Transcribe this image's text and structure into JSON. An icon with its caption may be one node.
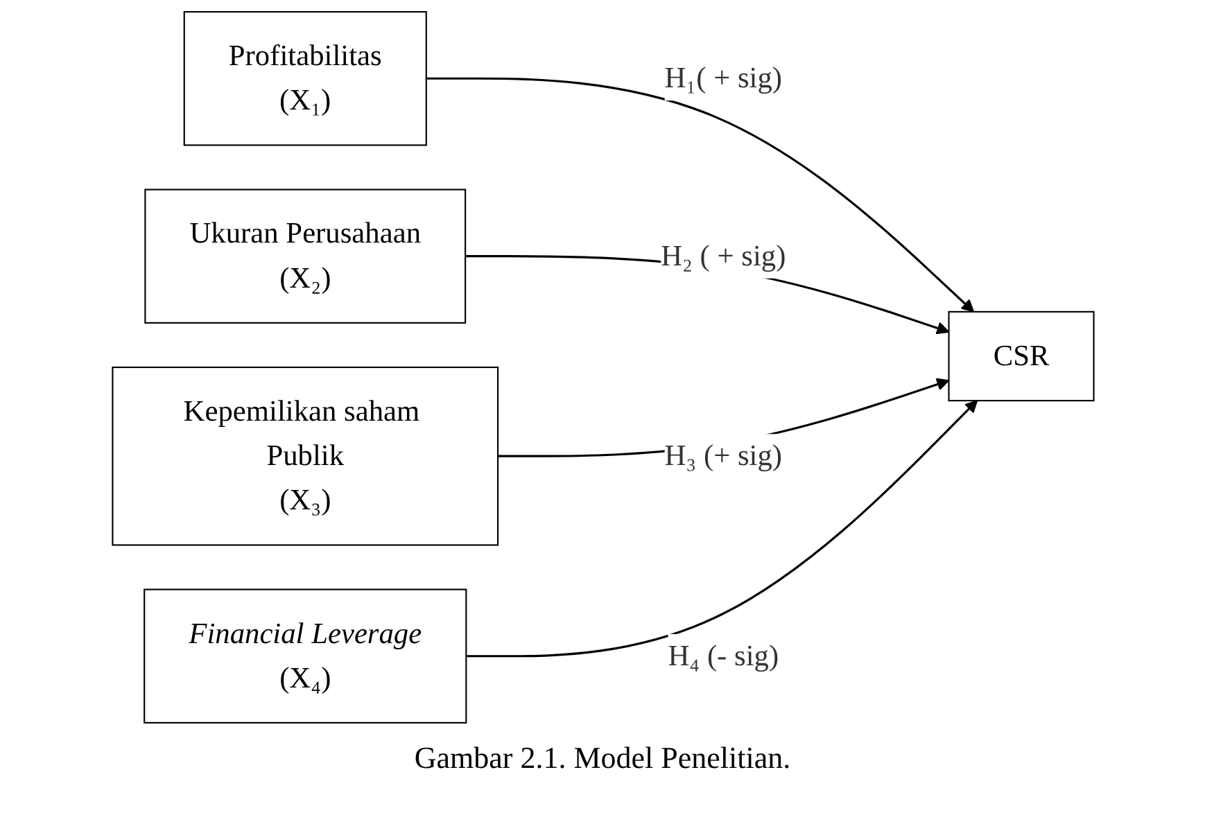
{
  "diagram": {
    "caption": "Gambar 2.1. Model Penelitian.",
    "nodes": [
      {
        "text": [
          "Profitabilitas",
          "(X₁)"
        ]
      },
      {
        "text": [
          "Ukuran Perusahaan",
          "(X₂)"
        ]
      },
      {
        "text": [
          "Kepemilikan saham Publik",
          "(X₃)"
        ]
      },
      {
        "text": [
          "Financial Leverage",
          "(X₄)"
        ]
      },
      {
        "text": [
          "CSR"
        ]
      }
    ],
    "edges": [
      {
        "from": 0,
        "to": 4,
        "arrow": "to",
        "label": "H₁( + sig)"
      },
      {
        "from": 1,
        "to": 4,
        "arrow": "to",
        "label": "H₂ ( + sig)"
      },
      {
        "from": 2,
        "to": 4,
        "arrow": "to",
        "label": "H₃ (+ sig)"
      },
      {
        "from": 3,
        "to": 4,
        "arrow": "to",
        "label": "H₄ (- sig)"
      }
    ]
  }
}
